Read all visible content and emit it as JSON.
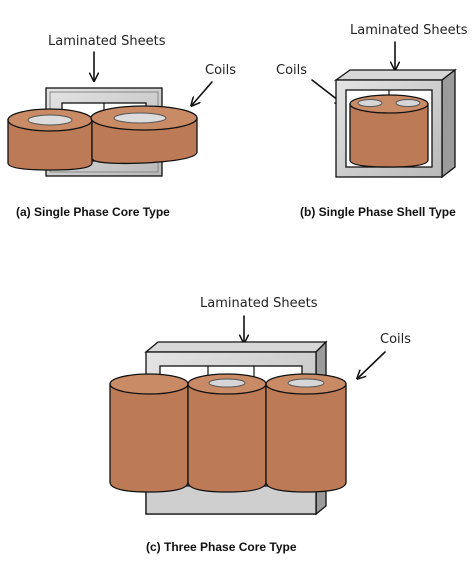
{
  "colors": {
    "coil": "#bc7a57",
    "coil_shade": "#a8674a",
    "core_light": "#e2e2e2",
    "core_mid": "#bdbdbd",
    "core_dark": "#8f8f8f",
    "outline": "#111111"
  },
  "diagrams": {
    "single_phase_core": {
      "caption": "(a) Single Phase Core Type",
      "laminated_label": "Laminated Sheets",
      "coils_label": "Coils"
    },
    "single_phase_shell": {
      "caption": "(b) Single Phase Shell Type",
      "laminated_label": "Laminated Sheets",
      "coils_label": "Coils"
    },
    "three_phase_core": {
      "caption": "(c) Three Phase Core Type",
      "laminated_label": "Laminated Sheets",
      "coils_label": "Coils"
    }
  }
}
